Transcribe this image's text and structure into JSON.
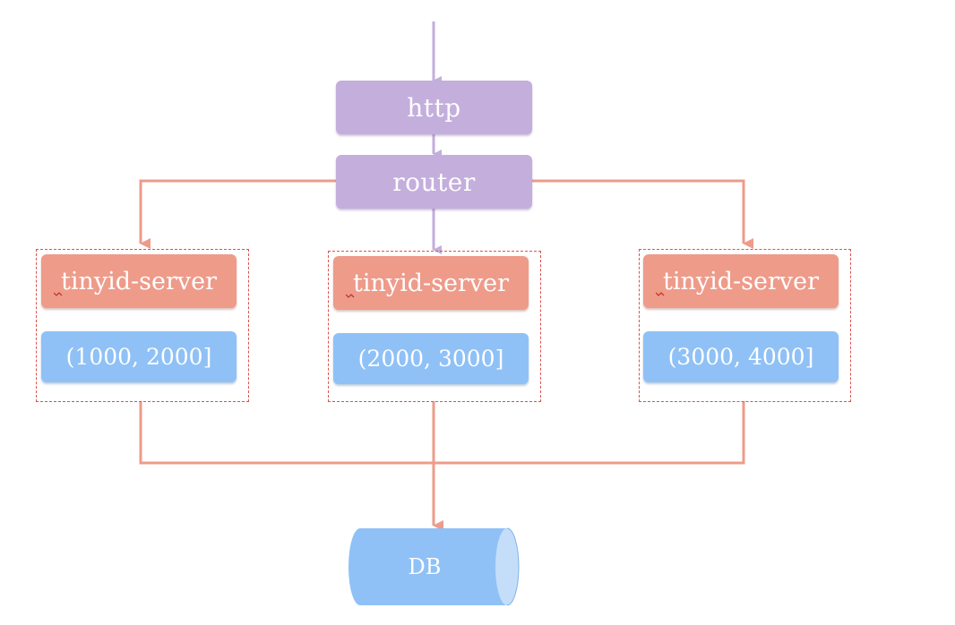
{
  "nodes": {
    "http": "http",
    "router": "router",
    "servers": [
      {
        "name": "tinyid-server",
        "range": "(1000, 2000]"
      },
      {
        "name": "tinyid-server",
        "range": "(2000, 3000]"
      },
      {
        "name": "tinyid-server",
        "range": "(3000, 4000]"
      }
    ],
    "db": "DB"
  },
  "colors": {
    "http_box": "#c3aedc",
    "server_box": "#ee9b8a",
    "range_box": "#8fc1f6",
    "db": "#8fc1f6",
    "group_border": "#d9534f",
    "purple_arrow": "#c3aedc",
    "salmon_arrow": "#ee9b8a"
  }
}
